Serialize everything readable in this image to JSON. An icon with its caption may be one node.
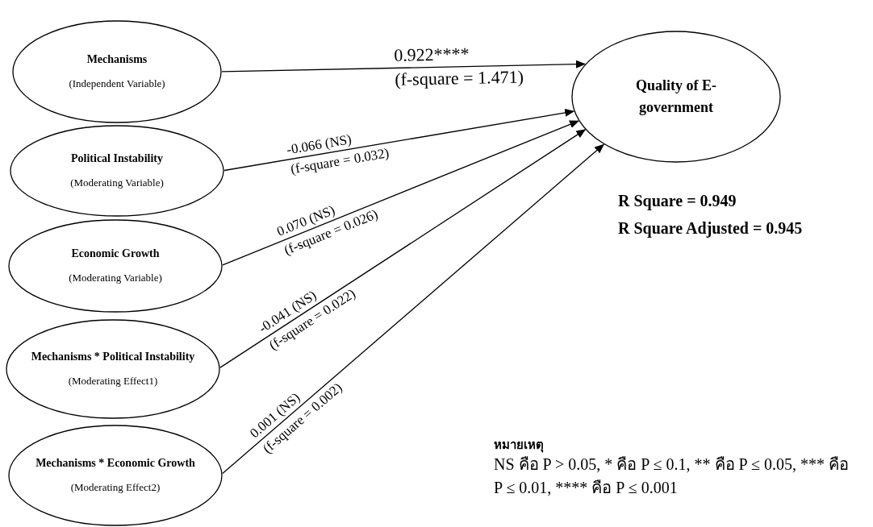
{
  "diagram": {
    "nodes": [
      {
        "text": [
          "Mechanisms",
          "(Independent Variable)"
        ]
      },
      {
        "text": [
          "Political Instability",
          "(Moderating Variable)"
        ]
      },
      {
        "text": [
          "Economic Growth",
          "(Moderating Variable)"
        ]
      },
      {
        "text": [
          "Mechanisms * Political Instability",
          "(Moderating Effect1)"
        ]
      },
      {
        "text": [
          "Mechanisms * Economic Growth",
          "(Moderating Effect2)"
        ]
      },
      {
        "text": [
          "Quality of E-government"
        ]
      }
    ],
    "edges": [
      {
        "from": 0,
        "to": 5,
        "arrow": "to",
        "label": "0.922****"
      },
      {
        "from": 1,
        "to": 5,
        "arrow": "to",
        "label": "-0.066 (NS)"
      },
      {
        "from": 2,
        "to": 5,
        "arrow": "to",
        "label": "0.070 (NS)"
      },
      {
        "from": 3,
        "to": 5,
        "arrow": "to",
        "label": "-0.041 (NS)"
      },
      {
        "from": 4,
        "to": 5,
        "arrow": "to",
        "label": "0.001 (NS)"
      }
    ],
    "labels": [
      "(f-square = 1.471)",
      "(f-square = 0.032)",
      "(f-square = 0.026)",
      "(f-square = 0.022)",
      "(f-square = 0.002)",
      "R Square = 0.949",
      "R Square Adjusted = 0.945",
      "หมายเหตุ",
      "NS คือ P > 0.05, * คือ P ≤ 0.1, ** คือ P ≤ 0.05, *** คือ P ≤ 0.01, **** คือ P ≤ 0.001"
    ]
  }
}
